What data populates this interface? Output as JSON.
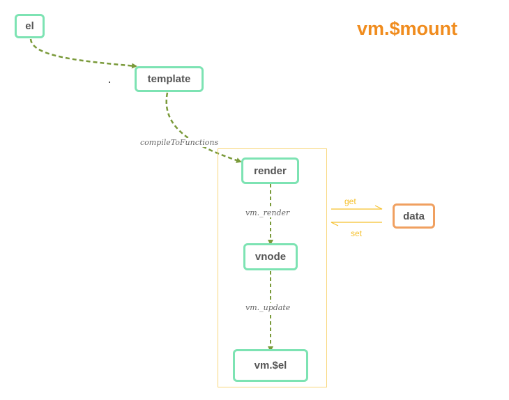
{
  "title": "vm.$mount",
  "nodes": {
    "el": "el",
    "template": "template",
    "render": "render",
    "vnode": "vnode",
    "vm_el": "vm.$el",
    "data": "data"
  },
  "edges": {
    "compile": "compileToFunctions",
    "vm_render": "vm._render",
    "vm_update": "vm._update",
    "get": "get",
    "set": "set"
  },
  "colors": {
    "node_border": "#7de3b3",
    "data_border": "#f0a060",
    "edge": "#7a9a3a",
    "title": "#f08c1e",
    "get_set": "#f5c02c",
    "group_frame": "#f8d67a"
  }
}
